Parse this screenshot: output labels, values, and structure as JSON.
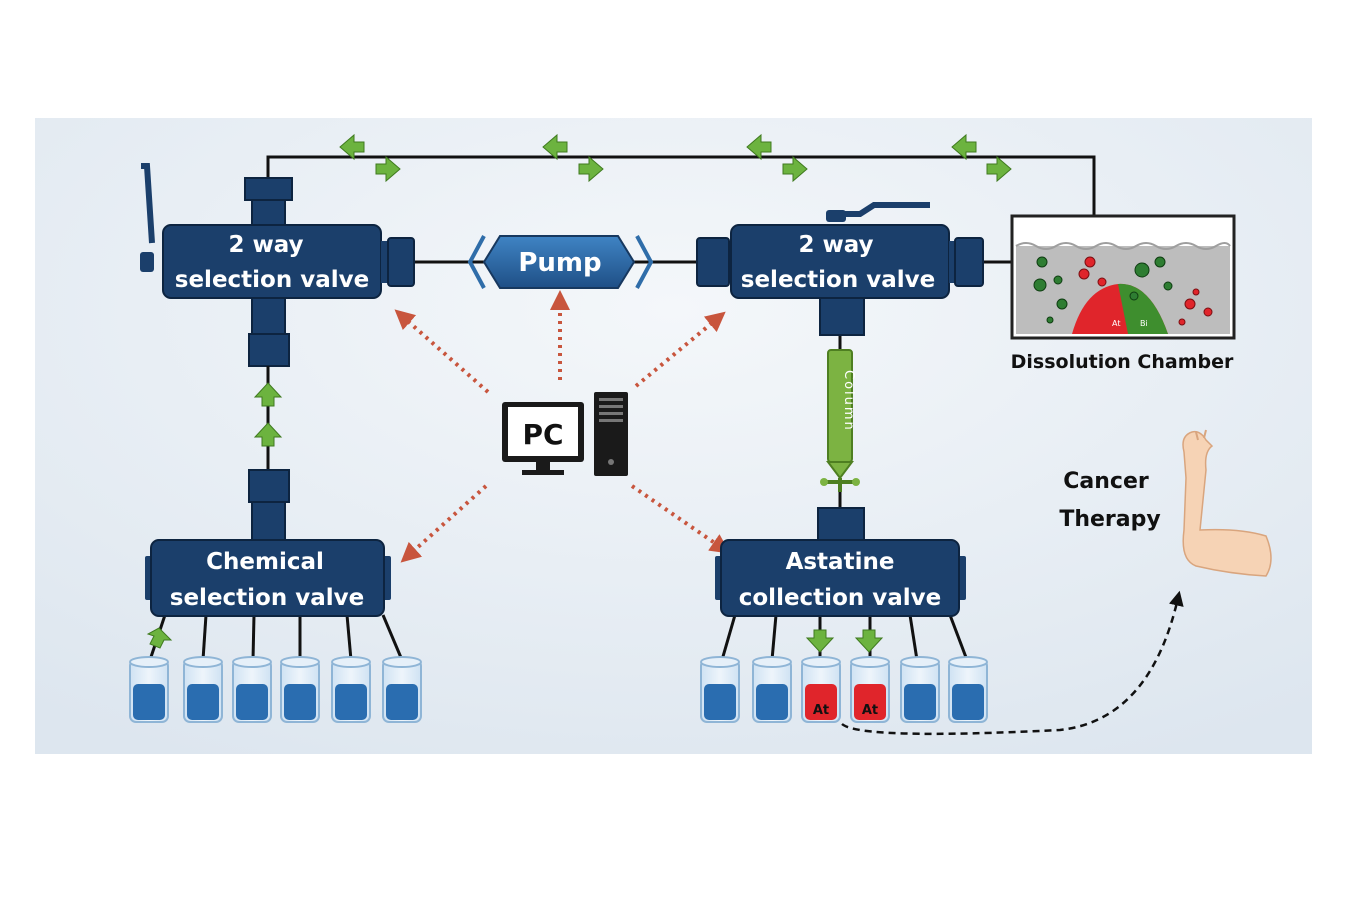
{
  "labels": {
    "valve_left_line1": "2 way",
    "valve_left_line2": "selection valve",
    "valve_right_line1": "2 way",
    "valve_right_line2": "selection valve",
    "pump": "Pump",
    "pc": "PC",
    "chemical_line1": "Chemical",
    "chemical_line2": "selection valve",
    "astatine_line1": "Astatine",
    "astatine_line2": "collection valve",
    "dissolution": "Dissolution Chamber",
    "column": "Column",
    "cancer_line1": "Cancer",
    "cancer_line2": "Therapy",
    "vial_at": "At",
    "chamber_at": "At",
    "chamber_bi": "Bi"
  },
  "colors": {
    "valve_fill": "#1b3f6b",
    "pump_fill": "#2f6da9",
    "tube": "#111111",
    "flow_arrow": "#6cb33f",
    "control_arrow": "#c8553d",
    "vial_liquid": "#2a6db0",
    "vial_astatine": "#e0252b",
    "column_green": "#7cb342",
    "background": "#dfe8f1"
  },
  "icons": [
    "computer-monitor-icon",
    "computer-tower-icon",
    "arm-icon",
    "flow-arrow-icon",
    "control-arrow-icon"
  ]
}
